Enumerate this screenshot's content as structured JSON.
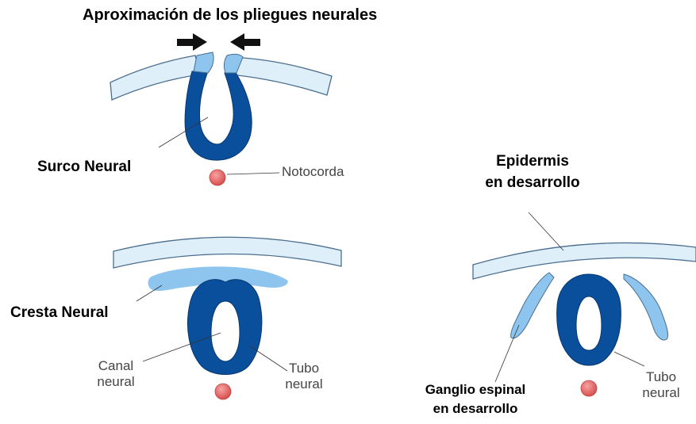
{
  "title": "Aproximación de los pliegues neurales",
  "labels": {
    "surco_neural": "Surco Neural",
    "notocorda": "Notocorda",
    "epidermis_line1": "Epidermis",
    "epidermis_line2": "en desarrollo",
    "cresta_neural": "Cresta Neural",
    "canal_line1": "Canal",
    "canal_line2": "neural",
    "tubo_left_line1": "Tubo",
    "tubo_left_line2": "neural",
    "ganglio_line1": "Ganglio espinal",
    "ganglio_line2": "en desarrollo",
    "tubo_right_line1": "Tubo",
    "tubo_right_line2": "neural"
  },
  "colors": {
    "neural_tissue": "#0a4f9c",
    "neural_crest": "#8ec5ee",
    "epidermis": "#dfeffa",
    "outline": "#4a6e8e",
    "notochord": "#e26565",
    "arrow": "#111111"
  },
  "icons": {
    "arrow_left": "arrow-right-icon",
    "arrow_right": "arrow-left-icon"
  }
}
